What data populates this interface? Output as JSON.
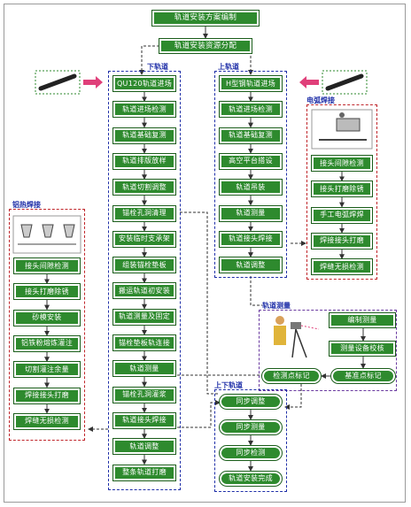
{
  "top": {
    "title": "轨道安装方案编制",
    "allocation": "轨道安装资源分配"
  },
  "sections": {
    "lower_track": "下轨道",
    "upper_track": "上轨道",
    "arc_welding": "电弧焊接",
    "thermite_welding": "铝热焊接",
    "track_survey": "轨道测量",
    "up_down_track": "上下轨道"
  },
  "lower_track_steps": [
    "QU120轨道进场",
    "轨道进场检测",
    "轨道基础复测",
    "轨道排版放样",
    "轨道切割调整",
    "锚栓孔洞清理",
    "安装临时支承架",
    "组装锚栓垫板",
    "搬运轨道初安装",
    "轨道测量及固定",
    "锚栓垫板轨连接",
    "轨道测量",
    "锚栓孔洞灌浆",
    "轨道接头焊接",
    "轨道调整",
    "整条轨道打磨"
  ],
  "upper_track_steps": [
    "H型钢轨道进场",
    "轨道进场检测",
    "轨道基础复测",
    "高空平台搭设",
    "轨道吊装",
    "轨道测量",
    "轨道接头焊接",
    "轨道调整"
  ],
  "arc_welding_steps": [
    "接头间隙检测",
    "接头打磨除锈",
    "手工电弧焊焊",
    "焊接接头打磨",
    "焊缝无损检测"
  ],
  "thermite_welding_steps": [
    "接头间隙检测",
    "接头打磨除锈",
    "砂模安装",
    "铝铁粉熔炼灌注",
    "切割灌注余量",
    "焊接接头打磨",
    "焊缝无损检测"
  ],
  "survey_steps": {
    "prep": "编制测量",
    "calibration": "测量设备校核",
    "baseline": "基准点标记",
    "inspection": "检测点标记"
  },
  "sync_steps": [
    "同步调整",
    "同步测量",
    "同步检测",
    "轨道安装完成"
  ],
  "colors": {
    "box": "#2e8a2e",
    "blue_dash": "#1f2fa8",
    "red_dash": "#c0262b",
    "arrow_pink": "#e0407a"
  }
}
